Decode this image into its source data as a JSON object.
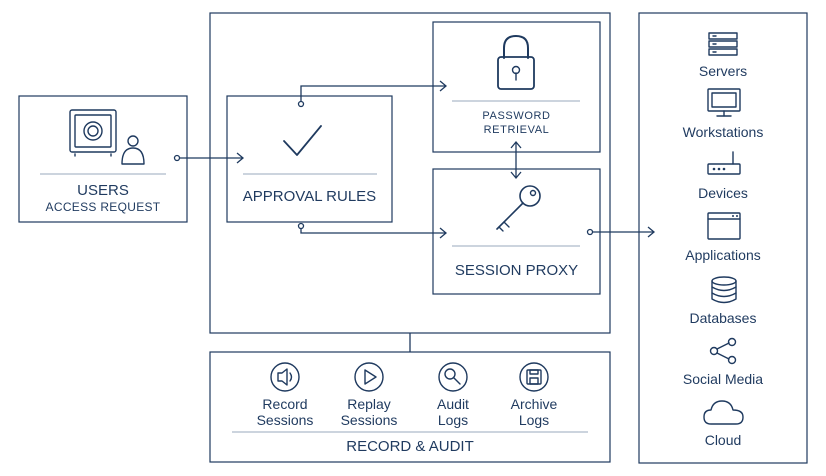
{
  "users": {
    "title": "USERS",
    "subtitle": "ACCESS REQUEST"
  },
  "approval": {
    "title": "APPROVAL RULES"
  },
  "password": {
    "line1": "PASSWORD",
    "line2": "RETRIEVAL"
  },
  "proxy": {
    "title": "SESSION PROXY"
  },
  "record": {
    "title": "RECORD & AUDIT",
    "items": [
      {
        "line1": "Record",
        "line2": "Sessions",
        "icon": "speaker-icon"
      },
      {
        "line1": "Replay",
        "line2": "Sessions",
        "icon": "play-icon"
      },
      {
        "line1": "Audit",
        "line2": "Logs",
        "icon": "magnifier-icon"
      },
      {
        "line1": "Archive",
        "line2": "Logs",
        "icon": "floppy-icon"
      }
    ]
  },
  "targets": [
    {
      "label": "Servers",
      "icon": "server-rack-icon"
    },
    {
      "label": "Workstations",
      "icon": "monitor-icon"
    },
    {
      "label": "Devices",
      "icon": "router-icon"
    },
    {
      "label": "Applications",
      "icon": "window-icon"
    },
    {
      "label": "Databases",
      "icon": "database-icon"
    },
    {
      "label": "Social Media",
      "icon": "share-icon"
    },
    {
      "label": "Cloud",
      "icon": "cloud-icon"
    }
  ],
  "colors": {
    "primary": "#1f3a5f",
    "rule": "#9aa9bd",
    "background": "#ffffff"
  }
}
